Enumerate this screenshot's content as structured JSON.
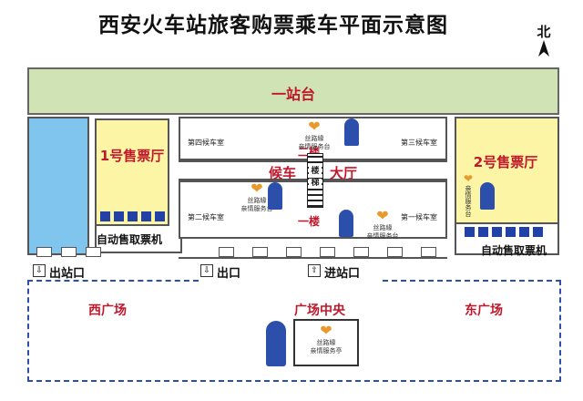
{
  "title": "西安火车站旅客购票乘车平面示意图",
  "north": "北",
  "platform": "一站台",
  "west_hall": "1号售票厅",
  "east_hall": "2号售票厅",
  "waiting_rooms": {
    "room4": "第四候车室",
    "room3": "第三候车室",
    "room2": "第二候车室",
    "room1": "第一候车室"
  },
  "floor2": "二楼",
  "floor1": "一楼",
  "hall_left": "候车",
  "hall_right": "大厅",
  "stair": [
    "楼",
    "梯"
  ],
  "service_logo": {
    "line1": "丝路緣",
    "line2": "亲情服务台",
    "booth_line2": "亲情服务亭"
  },
  "east_logo_vertical": "亲情服务台",
  "ticket_machines_left": "自动售取票机",
  "ticket_machines_right": "自动售取票机",
  "exit_west": "出站口",
  "exit_mid": "出口",
  "entrance": "进站口",
  "west_plaza": "西广场",
  "center_plaza": "广场中央",
  "east_plaza": "东广场",
  "colors": {
    "accent_red": "#c0172b",
    "platform_green": "#cfe3b4",
    "hall_yellow": "#fbf5a5",
    "west_blue": "#7fc5ee",
    "machine_blue": "#2140a8",
    "dash_blue": "#2b4faa"
  }
}
